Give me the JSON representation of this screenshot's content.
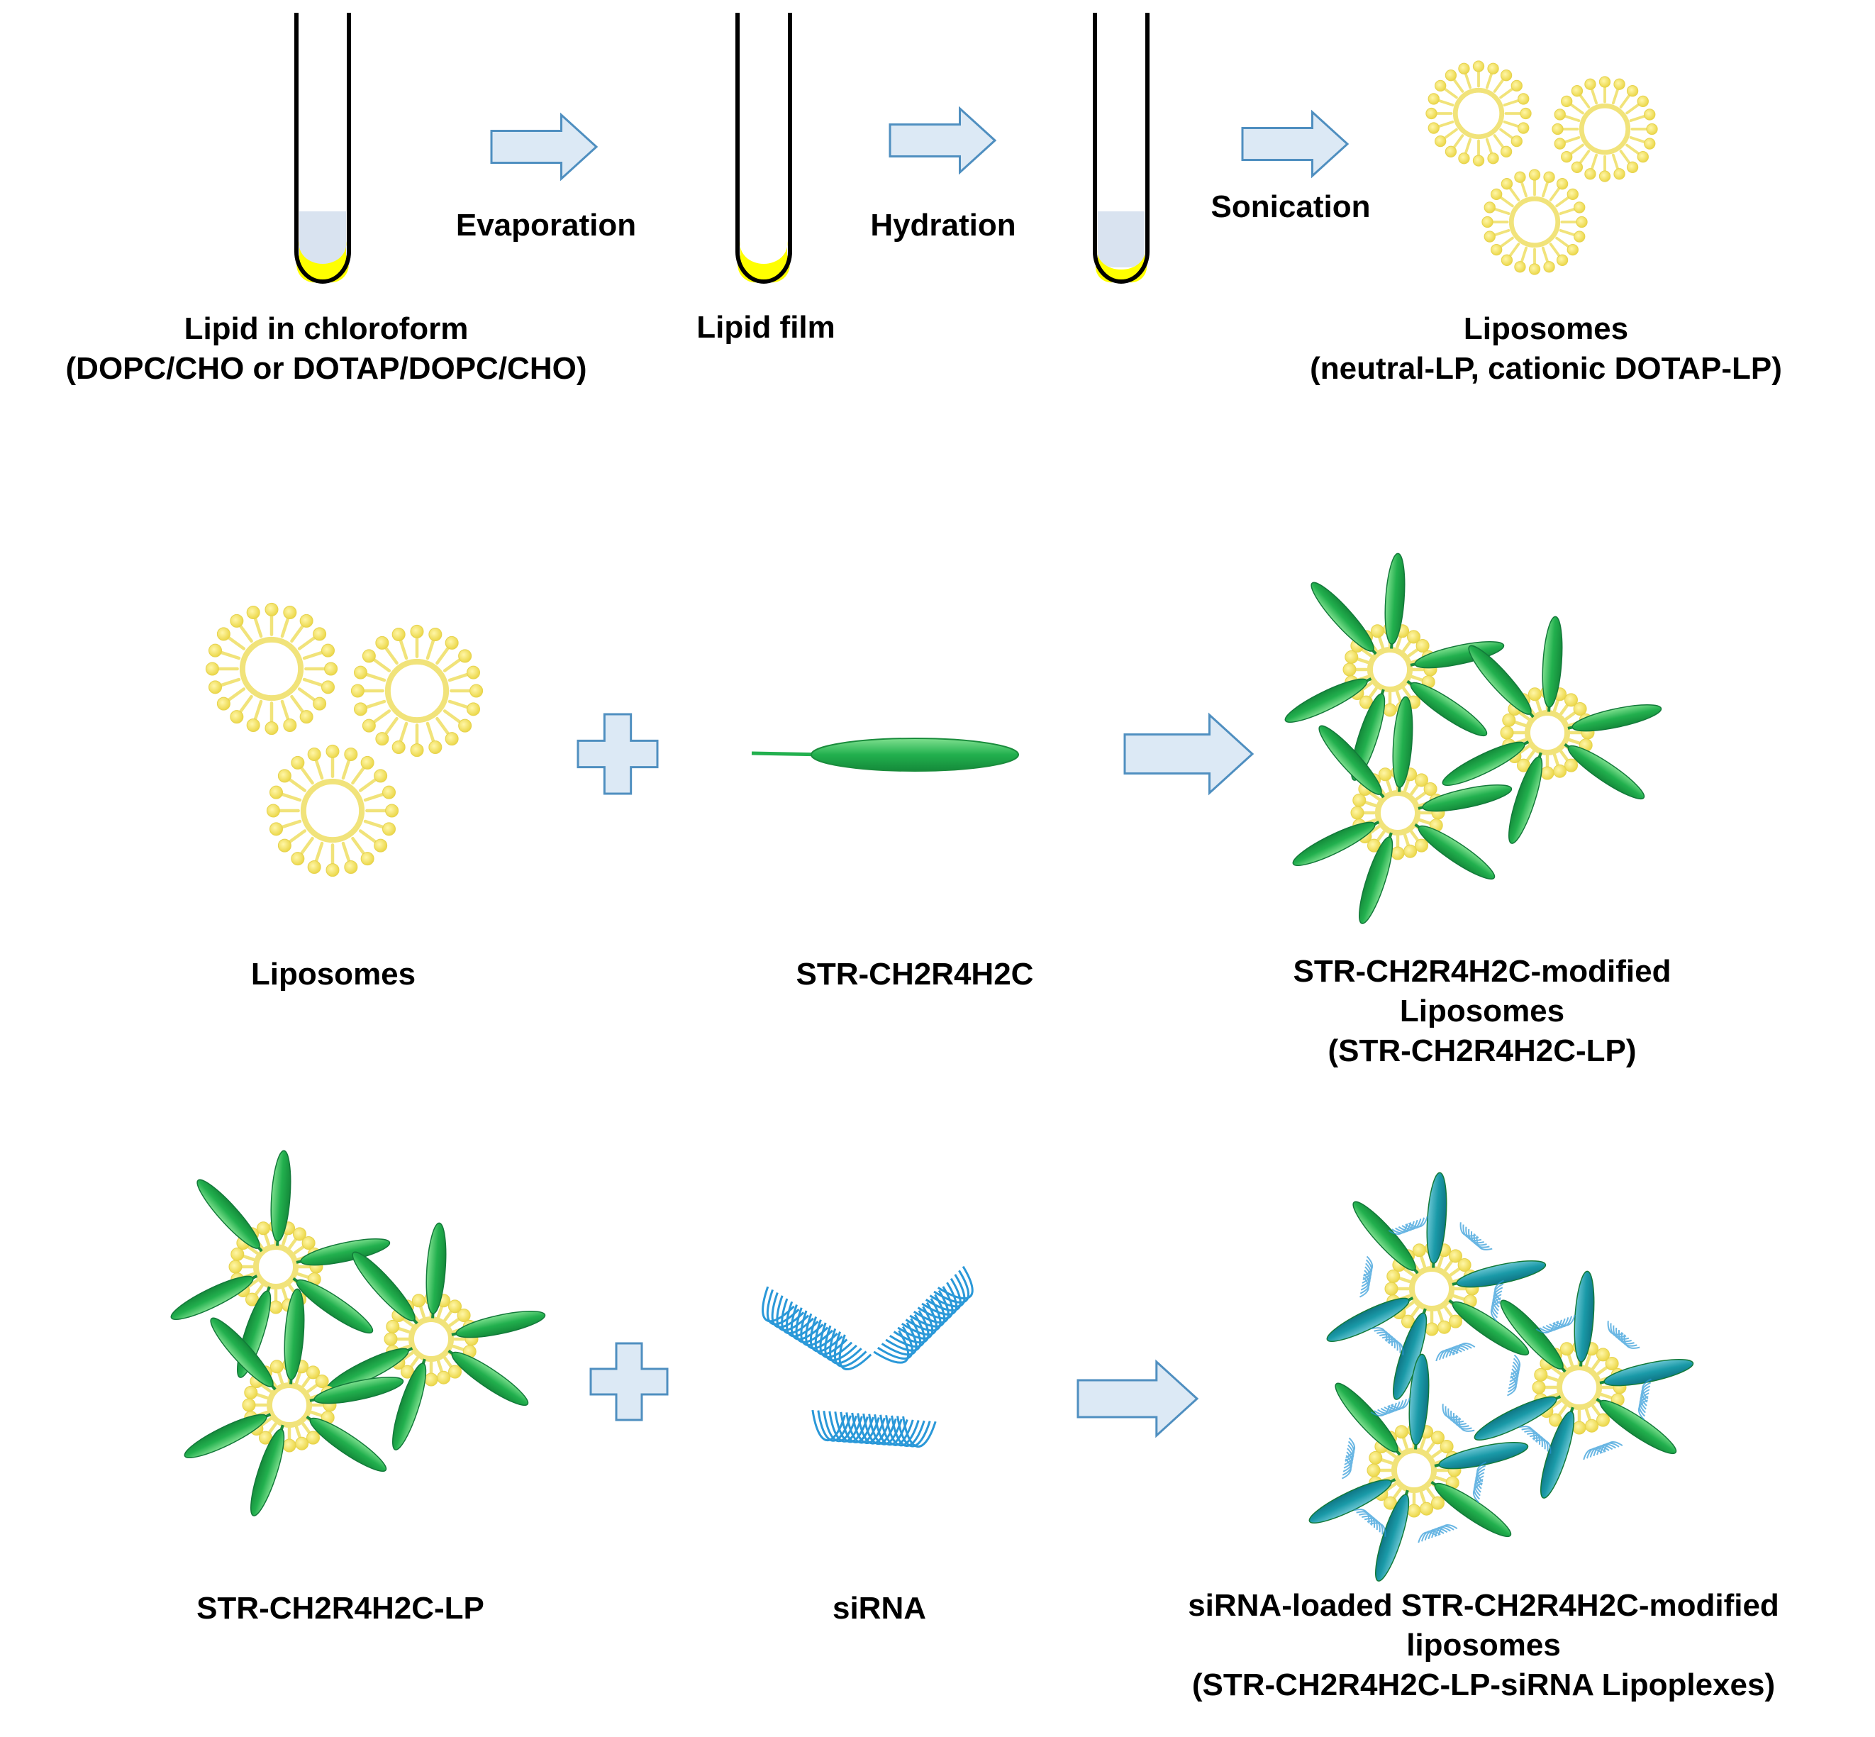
{
  "row1": {
    "tube_label_line1": "Lipid in  chloroform",
    "tube_label_line2": "(DOPC/CHO or DOTAP/DOPC/CHO)",
    "step1": "Evaporation",
    "film_label": "Lipid film",
    "step2": "Hydration",
    "step3": "Sonication",
    "liposome_label_line1": "Liposomes",
    "liposome_label_line2": "(neutral-LP, cationic DOTAP-LP)"
  },
  "row2": {
    "liposomes_label": "Liposomes",
    "peptide_label": "STR-CH2R4H2C",
    "product_line1": "STR-CH2R4H2C-modified",
    "product_line2": "Liposomes",
    "product_line3": "(STR-CH2R4H2C-LP)"
  },
  "row3": {
    "lp_label": "STR-CH2R4H2C-LP",
    "sirna_label": "siRNA",
    "product_line1": "siRNA-loaded  STR-CH2R4H2C-modified",
    "product_line2": "liposomes",
    "product_line3": "(STR-CH2R4H2C-LP-siRNA Lipoplexes)"
  },
  "colors": {
    "lipid_yellow": "#f0e060",
    "lipid_head": "#f5e36a",
    "solution_blue": "#d9e3f0",
    "lipid_film": "#ffff00",
    "arrow_fill": "#dce9f5",
    "arrow_stroke": "#4f8fc0",
    "peptide_green": "#22b04e",
    "sirna_blue": "#2a98d8",
    "sirna_teal": "#1a9aa8"
  }
}
